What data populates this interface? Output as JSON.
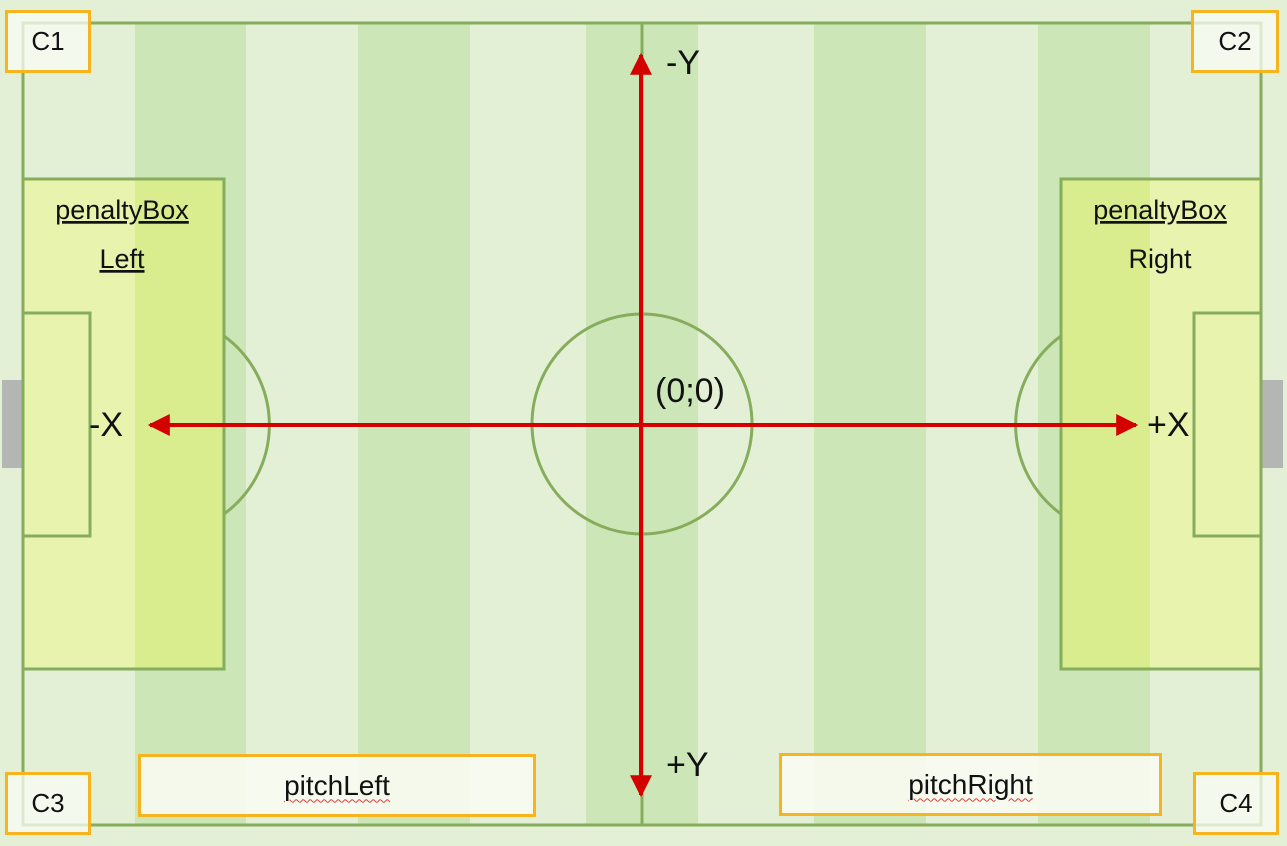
{
  "colors": {
    "background": "#e4f0d6",
    "stripe_light": "#e3f0d6",
    "stripe_dark": "#cce6b7",
    "penalty_box_light": "#e8f3ae",
    "penalty_box_dark": "#d9ec8e",
    "pitch_lines": "#86ad5c",
    "axis_arrows": "#d40000",
    "goals": "#b4b6b4",
    "label_border": "#f6b51e"
  },
  "corners": {
    "c1": "C1",
    "c2": "C2",
    "c3": "C3",
    "c4": "C4"
  },
  "axes": {
    "neg_y": "-Y",
    "pos_y": "+Y",
    "neg_x": "-X",
    "pos_x": "+X",
    "origin": "(0;0)"
  },
  "penalty_boxes": {
    "left": {
      "line1": "penaltyBox",
      "line2": "Left"
    },
    "right": {
      "line1": "penaltyBox",
      "line2": "Right"
    }
  },
  "pitch_labels": {
    "left": "pitchLeft",
    "right": "pitchRight"
  }
}
